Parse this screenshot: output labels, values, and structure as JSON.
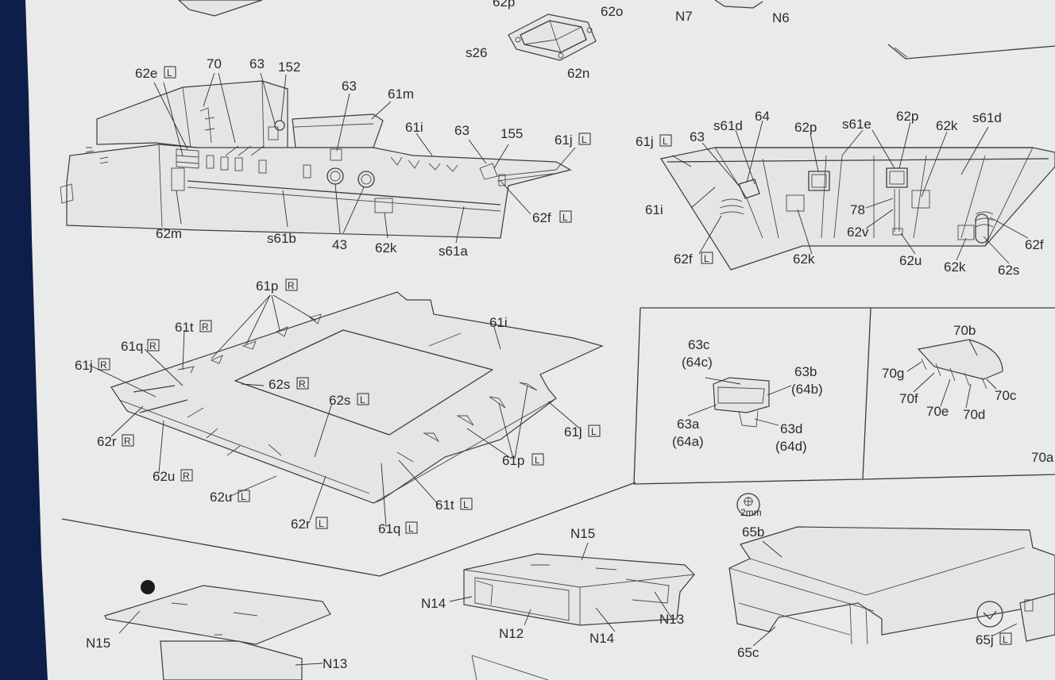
{
  "labels": {
    "hull": {
      "l_62e": "62e",
      "l_70": "70",
      "l_63a": "63",
      "l_152": "152",
      "l_63b": "63",
      "l_61m": "61m",
      "l_61i": "61i",
      "l_63c": "63",
      "l_155": "155",
      "l_61j": "61j",
      "l_62m": "62m",
      "l_s61b": "s61b",
      "l_43": "43",
      "l_62k": "62k",
      "l_s61a": "s61a",
      "l_62f": "62f"
    },
    "top": {
      "l_62p": "62p",
      "l_62o": "62o",
      "l_s26": "s26",
      "l_62n": "62n",
      "l_N7": "N7",
      "l_N6": "N6"
    },
    "section": {
      "l_61j": "61j",
      "l_63": "63",
      "l_s61d_a": "s61d",
      "l_64": "64",
      "l_62p_a": "62p",
      "l_s61e": "s61e",
      "l_62p_b": "62p",
      "l_62k_a": "62k",
      "l_s61d_b": "s61d",
      "l_61i": "61i",
      "l_78": "78",
      "l_62v": "62v",
      "l_62f_a": "62f",
      "l_62k_b": "62k",
      "l_62u": "62u",
      "l_62k_c": "62k",
      "l_62s": "62s",
      "l_62f_b": "62f"
    },
    "deck": {
      "l_61p_r": "61p",
      "l_61i": "61i",
      "l_61t_r": "61t",
      "l_61q_r": "61q",
      "l_61j_r": "61j",
      "l_62s_r": "62s",
      "l_62s_l": "62s",
      "l_62r_r": "62r",
      "l_61j_l": "61j",
      "l_61p_l": "61p",
      "l_62u_r": "62u",
      "l_62u_l": "62u",
      "l_61t_l": "61t",
      "l_62r_l": "62r",
      "l_61q_l": "61q"
    },
    "inset_box": {
      "l_63c": "63c",
      "l_64c": "(64c)",
      "l_63b": "63b",
      "l_64b": "(64b)",
      "l_63a": "63a",
      "l_64a": "(64a)",
      "l_63d": "63d",
      "l_64d": "(64d)"
    },
    "inset_70": {
      "l_70b": "70b",
      "l_70g": "70g",
      "l_70f": "70f",
      "l_70e": "70e",
      "l_70d": "70d",
      "l_70c": "70c",
      "l_70a": "70a"
    },
    "bottom": {
      "l_N15a": "N15",
      "l_N13a": "N13",
      "l_N15b": "N15",
      "l_N14a": "N14",
      "l_N12": "N12",
      "l_N14b": "N14",
      "l_N13b": "N13",
      "l_65b": "65b",
      "l_65c": "65c",
      "l_65j": "65j",
      "l_2mm": "2mm"
    }
  },
  "side_markers": {
    "L": "L",
    "R": "R"
  },
  "colors": {
    "paper": "#e9eaea",
    "ink": "#2a2c30",
    "background_edge": "#0e1e4a"
  },
  "icons": [
    "drill-hole-icon",
    "glue-check-icon",
    "left-side-marker-icon",
    "right-side-marker-icon"
  ]
}
